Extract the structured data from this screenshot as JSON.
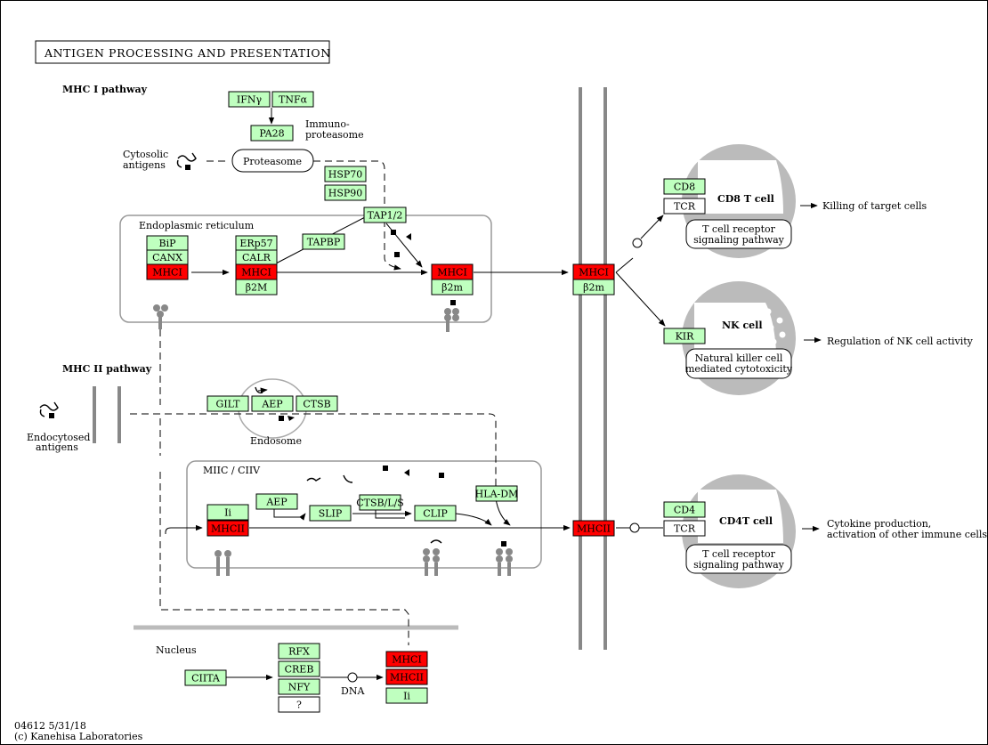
{
  "title": "ANTIGEN PROCESSING AND PRESENTATION",
  "colors": {
    "green": "#bfffbf",
    "red": "#ff0000",
    "white": "#ffffff",
    "membrane": "#888888",
    "cell_fill": "#bbbbbb",
    "compartment": "#999999"
  },
  "section_labels": {
    "mhc1_pathway": "MHC I pathway",
    "mhc2_pathway": "MHC II pathway"
  },
  "compartments": {
    "er": "Endoplasmic reticulum",
    "endosome": "Endosome",
    "miic": "MIIC / CIIV",
    "nucleus": "Nucleus",
    "dna": "DNA"
  },
  "plain_labels": {
    "immunoproteasome_1": "Immuno-",
    "immunoproteasome_2": "proteasome",
    "cytosolic_1": "Cytosolic",
    "cytosolic_2": "antigens",
    "endocytosed_1": "Endocytosed",
    "endocytosed_2": "antigens",
    "proteasome": "Proteasome"
  },
  "nodes": [
    {
      "id": "ifng",
      "label": "IFNγ",
      "color": "green"
    },
    {
      "id": "tnfa",
      "label": "TNFα",
      "color": "green"
    },
    {
      "id": "pa28",
      "label": "PA28",
      "color": "green"
    },
    {
      "id": "hsp70",
      "label": "HSP70",
      "color": "green"
    },
    {
      "id": "hsp90",
      "label": "HSP90",
      "color": "green"
    },
    {
      "id": "tap12",
      "label": "TAP1/2",
      "color": "green"
    },
    {
      "id": "tapbp",
      "label": "TAPBP",
      "color": "green"
    },
    {
      "id": "bip",
      "label": "BiP",
      "color": "green"
    },
    {
      "id": "canx",
      "label": "CANX",
      "color": "green"
    },
    {
      "id": "mhci_er1",
      "label": "MHCI",
      "color": "red"
    },
    {
      "id": "erp57",
      "label": "ERp57",
      "color": "green"
    },
    {
      "id": "calr",
      "label": "CALR",
      "color": "green"
    },
    {
      "id": "mhci_er2",
      "label": "MHCI",
      "color": "red"
    },
    {
      "id": "b2m_er2",
      "label": "β2M",
      "color": "green"
    },
    {
      "id": "mhci_er3",
      "label": "MHCI",
      "color": "red"
    },
    {
      "id": "b2m_er3",
      "label": "β2m",
      "color": "green"
    },
    {
      "id": "mhci_surf",
      "label": "MHCI",
      "color": "red"
    },
    {
      "id": "b2m_surf",
      "label": "β2m",
      "color": "green"
    },
    {
      "id": "cd8",
      "label": "CD8",
      "color": "green"
    },
    {
      "id": "tcr_cd8",
      "label": "TCR",
      "color": "white"
    },
    {
      "id": "kir",
      "label": "KIR",
      "color": "green"
    },
    {
      "id": "gilt",
      "label": "GILT",
      "color": "green"
    },
    {
      "id": "aep_endo",
      "label": "AEP",
      "color": "green"
    },
    {
      "id": "ctsb",
      "label": "CTSB",
      "color": "green"
    },
    {
      "id": "ii_miic",
      "label": "Ii",
      "color": "green"
    },
    {
      "id": "mhcii_miic",
      "label": "MHCII",
      "color": "red"
    },
    {
      "id": "aep_miic",
      "label": "AEP",
      "color": "green"
    },
    {
      "id": "slip",
      "label": "SLIP",
      "color": "green"
    },
    {
      "id": "ctsbls",
      "label": "CTSB/L/S",
      "color": "green"
    },
    {
      "id": "clip",
      "label": "CLIP",
      "color": "green"
    },
    {
      "id": "hladm",
      "label": "HLA-DM",
      "color": "green"
    },
    {
      "id": "mhcii_surf",
      "label": "MHCII",
      "color": "red"
    },
    {
      "id": "cd4",
      "label": "CD4",
      "color": "green"
    },
    {
      "id": "tcr_cd4",
      "label": "TCR",
      "color": "white"
    },
    {
      "id": "ciita",
      "label": "CIITA",
      "color": "green"
    },
    {
      "id": "rfx",
      "label": "RFX",
      "color": "green"
    },
    {
      "id": "creb",
      "label": "CREB",
      "color": "green"
    },
    {
      "id": "nfy",
      "label": "NFY",
      "color": "green"
    },
    {
      "id": "unknown",
      "label": "?",
      "color": "white"
    },
    {
      "id": "mhci_nuc",
      "label": "MHCI",
      "color": "red"
    },
    {
      "id": "mhcii_nuc",
      "label": "MHCII",
      "color": "red"
    },
    {
      "id": "ii_nuc",
      "label": "Ii",
      "color": "green"
    }
  ],
  "cells": {
    "cd8": {
      "name": "CD8 T cell",
      "pathway_1": "T cell receptor",
      "pathway_2": "signaling pathway",
      "outcome": "Killing of target cells"
    },
    "nk": {
      "name": "NK cell",
      "pathway_1": "Natural killer cell",
      "pathway_2": "mediated cytotoxicity",
      "outcome": "Regulation of NK cell activity"
    },
    "cd4": {
      "name": "CD4T cell",
      "pathway_1": "T cell receptor",
      "pathway_2": "signaling pathway",
      "outcome_1": "Cytokine production,",
      "outcome_2": "activation of other immune cells"
    }
  },
  "footer": {
    "line1": "04612 5/31/18",
    "line2": "(c) Kanehisa Laboratories"
  }
}
